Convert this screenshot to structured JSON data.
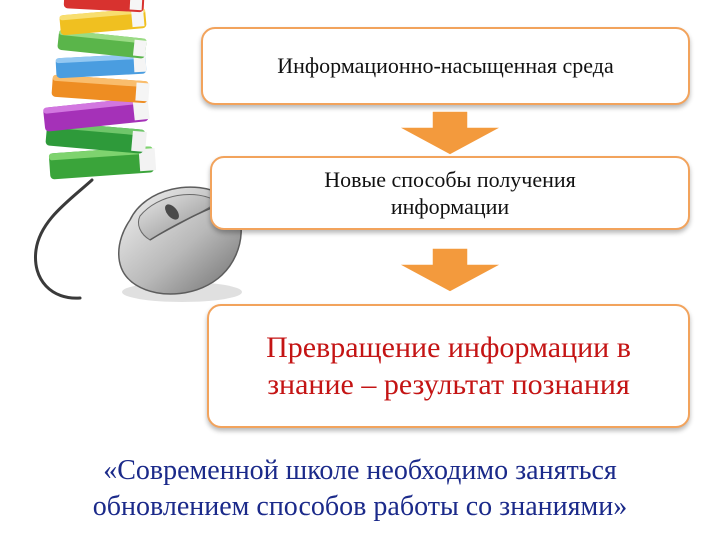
{
  "flow": {
    "step1": "Информационно-насыщенная среда",
    "step2_line1": "Новые способы получения",
    "step2_line2": "информации",
    "step3_line1": "Превращение информации в",
    "step3_line2": "знание – результат познания"
  },
  "quote": {
    "line1": "«Современной школе необходимо заняться",
    "line2": "обновлением способов работы со знаниями»"
  },
  "colors": {
    "box_border": "#f2a35c",
    "arrow": "#f39a3d",
    "emphasis_text": "#c41414",
    "quote_text": "#1b2a8a"
  },
  "icons": [
    "book-stack-icon",
    "computer-mouse-icon",
    "down-arrow-icon"
  ]
}
